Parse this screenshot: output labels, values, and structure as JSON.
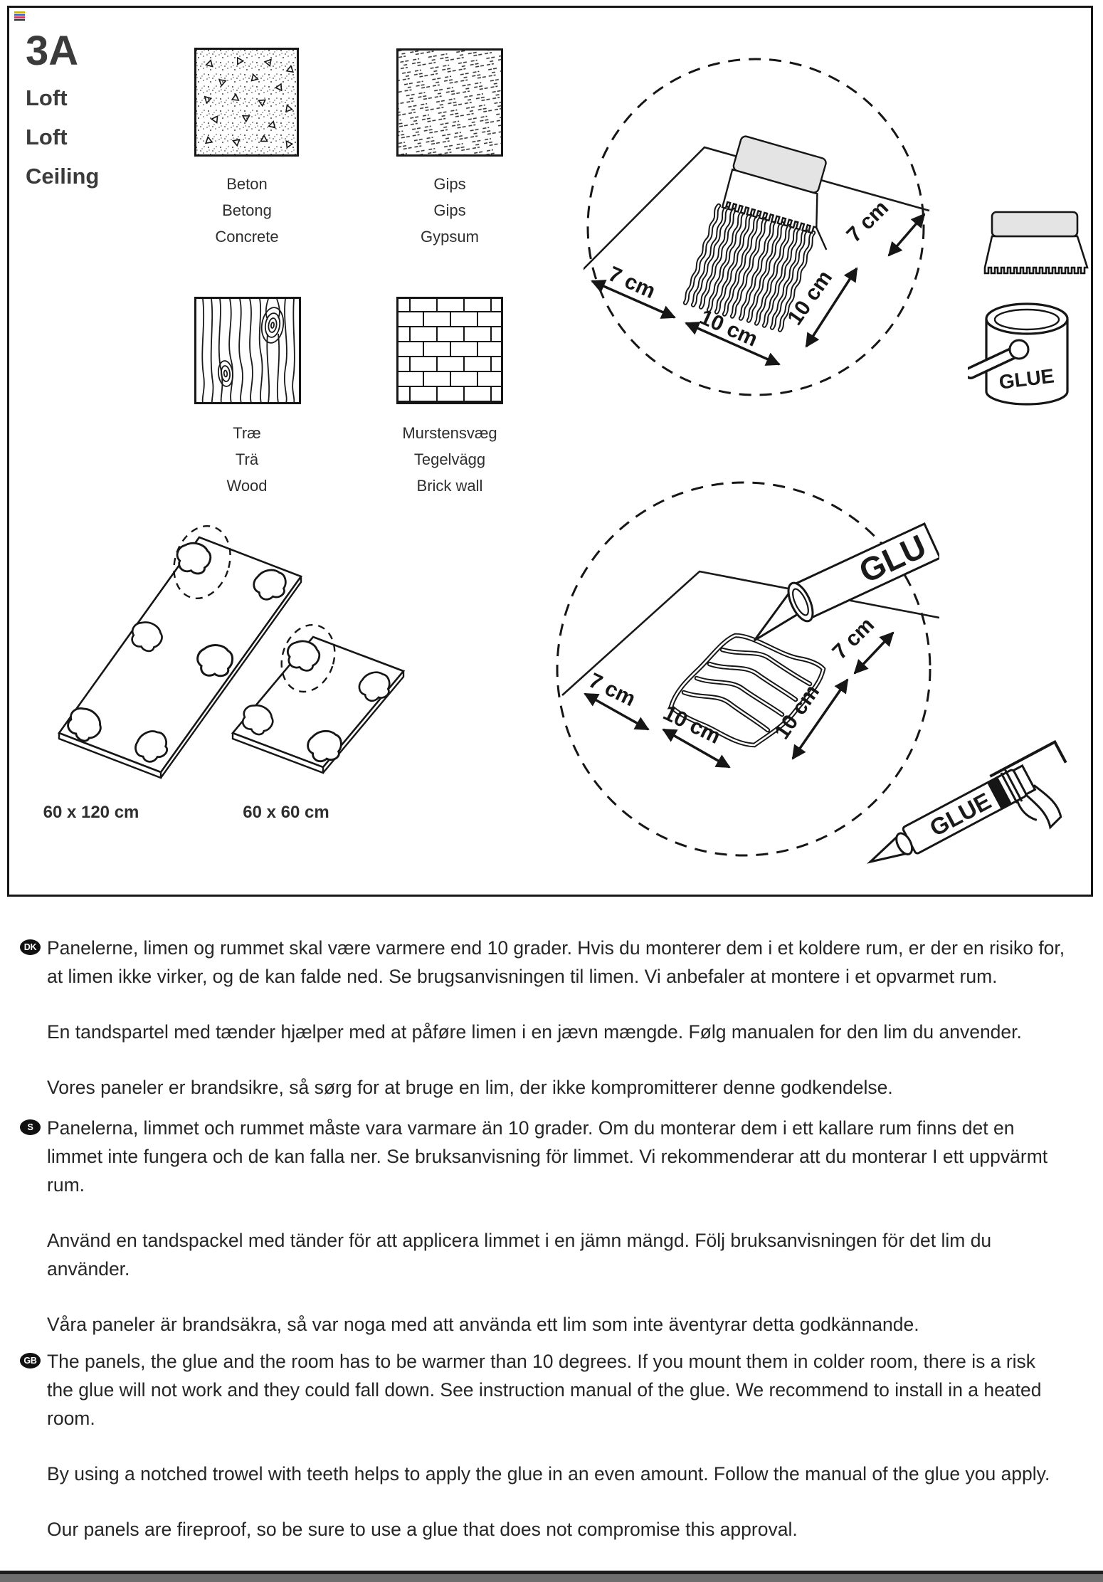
{
  "header": {
    "step_code": "3A",
    "title_lines": [
      "Loft",
      "Loft",
      "Ceiling"
    ]
  },
  "surfaces": [
    {
      "name": "concrete",
      "labels": [
        "Beton",
        "Betong",
        "Concrete"
      ]
    },
    {
      "name": "gypsum",
      "labels": [
        "Gips",
        "Gips",
        "Gypsum"
      ]
    },
    {
      "name": "wood",
      "labels": [
        "Træ",
        "Trä",
        "Wood"
      ]
    },
    {
      "name": "brick-wall",
      "labels": [
        "Murstensvæg",
        "Tegelvägg",
        "Brick wall"
      ]
    }
  ],
  "panels": [
    {
      "size": "60 x 120 cm"
    },
    {
      "size": "60 x 60 cm"
    }
  ],
  "trowel_circle": {
    "dim_left_short": "7 cm",
    "dim_left_long": "10 cm",
    "dim_right_long": "10 cm",
    "dim_right_short": "7 cm"
  },
  "glue_circle": {
    "dim_left_short": "7 cm",
    "dim_left_long": "10 cm",
    "dim_right_long": "10 cm",
    "dim_right_short": "7 cm",
    "tube_label": "GLU"
  },
  "icons": {
    "bucket_label": "GLUE",
    "gun_label": "GLUE"
  },
  "instructions": [
    {
      "lang": "DK",
      "paragraphs": [
        "Panelerne, limen og rummet skal være varmere end 10 grader. Hvis du monterer dem i et koldere rum, er der en risiko for, at limen ikke virker, og de kan falde ned. Se brugsanvisningen til limen. Vi anbefaler at montere i et opvarmet rum.",
        "En tandspartel med tænder hjælper med at påføre limen i en jævn mængde. Følg manualen for den lim du anvender.",
        "Vores paneler er brandsikre, så sørg for at bruge en lim, der ikke kompromitterer denne godkendelse."
      ]
    },
    {
      "lang": "S",
      "paragraphs": [
        "Panelerna, limmet och rummet måste vara varmare än 10 grader. Om du monterar dem i ett kallare rum finns det en limmet inte fungera och de kan falla ner. Se bruksanvisning för limmet. Vi rekommenderar att du monterar I ett uppvärmt rum.",
        "Använd en tandspackel med tänder för att applicera limmet i en jämn mängd. Följ bruksanvisningen för det lim du använder.",
        "Våra paneler är brandsäkra, så var noga med att använda ett lim som inte äventyrar detta godkännande."
      ]
    },
    {
      "lang": "GB",
      "paragraphs": [
        "The panels, the glue and the room has to be warmer than 10 degrees. If you mount them in colder room, there is a risk the glue will not work and they could fall down. See instruction manual of the glue. We recommend to install in a heated room.",
        "By using a notched trowel with teeth helps to apply the glue in an even amount. Follow the manual of the glue you apply.",
        "Our panels are fireproof, so be sure to use a glue that does not compromise this approval."
      ]
    }
  ]
}
